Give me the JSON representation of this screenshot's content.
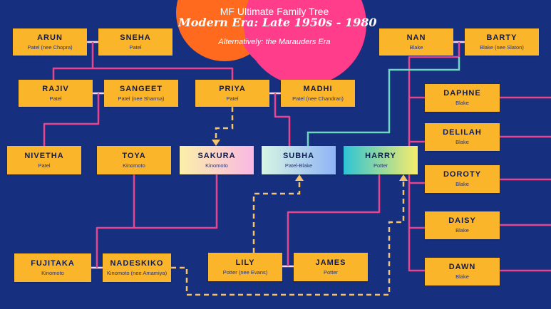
{
  "header": {
    "title": "MF Ultimate Family Tree",
    "subtitle": "Modern Era: Late 1950s - 1980",
    "tagline": "Alternatively: the Marauders Era"
  },
  "colors": {
    "background": "#16307f",
    "box": "#fbb52b",
    "line_pink": "#e9458f",
    "line_dashed": "#f5c46a",
    "line_teal": "#6fd6c2",
    "blob_orange": "#ff6a1f",
    "blob_pink": "#ff3d8a"
  },
  "people": {
    "arun": {
      "name": "ARUN",
      "surname": "Patel (nee Chopra)"
    },
    "sneha": {
      "name": "SNEHA",
      "surname": "Patel"
    },
    "nan": {
      "name": "NAN",
      "surname": "Blake"
    },
    "barty": {
      "name": "BARTY",
      "surname": "Blake (nee Slaton)"
    },
    "rajiv": {
      "name": "RAJIV",
      "surname": "Patel"
    },
    "sangeet": {
      "name": "SANGEET",
      "surname": "Patel (nee Sharma)"
    },
    "priya": {
      "name": "PRIYA",
      "surname": "Patel"
    },
    "madhi": {
      "name": "MADHI",
      "surname": "Patel (nee Chandran)"
    },
    "daphne": {
      "name": "DAPHNE",
      "surname": "Blake"
    },
    "delilah": {
      "name": "DELILAH",
      "surname": "Blake"
    },
    "doroty": {
      "name": "DOROTY",
      "surname": "Blake"
    },
    "daisy": {
      "name": "DAISY",
      "surname": "Blake"
    },
    "dawn": {
      "name": "DAWN",
      "surname": "Blake"
    },
    "nivetha": {
      "name": "NIVETHA",
      "surname": "Patel"
    },
    "toya": {
      "name": "TOYA",
      "surname": "Kinomoto"
    },
    "sakura": {
      "name": "SAKURA",
      "surname": "Kinomoto"
    },
    "subha": {
      "name": "SUBHA",
      "surname": "Patel-Blake"
    },
    "harry": {
      "name": "HARRY",
      "surname": "Potter"
    },
    "fujitaka": {
      "name": "FUJITAKA",
      "surname": "Kinomoto"
    },
    "nadeskiko": {
      "name": "NADESKIKO",
      "surname": "Kinomoto (nee Amamiya)"
    },
    "lily": {
      "name": "LILY",
      "surname": "Potter (nee Evans)"
    },
    "james": {
      "name": "JAMES",
      "surname": "Potter"
    }
  }
}
